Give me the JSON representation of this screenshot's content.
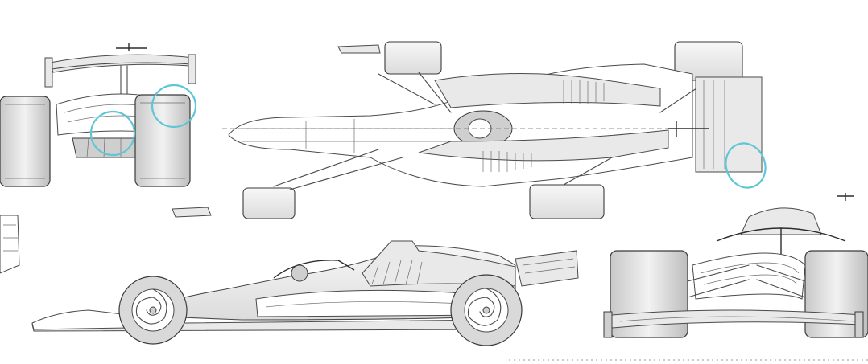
{
  "colors": {
    "background": "#ffffff",
    "line": "#4a4a4a",
    "shade": "#e9e9e9",
    "highlight": "#5fc6d6"
  },
  "views": [
    "rear-view",
    "top-view",
    "side-view",
    "front-view"
  ]
}
